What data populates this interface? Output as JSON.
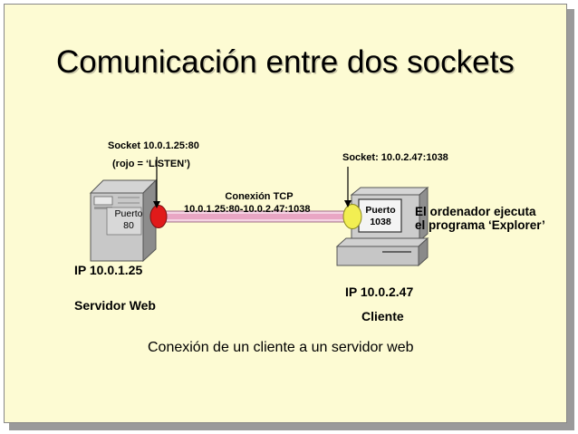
{
  "title": "Comunicación entre dos sockets",
  "server": {
    "socket_label": "Socket  10.0.1.25:80",
    "listen_note": "(rojo =  ‘LISTEN’)",
    "port_word": "Puerto",
    "port_number": "80",
    "ip": "IP 10.0.1.25",
    "role": "Servidor Web",
    "endpoint_color": "#e11a1a"
  },
  "connection": {
    "label": "Conexión TCP",
    "endpoints": "10.0.1.25:80-10.0.2.47:1038",
    "line_color": "#e9a6c4"
  },
  "client": {
    "socket_label": "Socket:  10.0.2.47:1038",
    "port_word": "Puerto",
    "port_number": "1038",
    "ip": "IP 10.0.2.47",
    "role": "Cliente",
    "program_note_line1": "El ordenador ejecuta",
    "program_note_line2": "el programa ‘Explorer’",
    "endpoint_color": "#f2ee52"
  },
  "caption": "Conexión de un cliente a un servidor web",
  "colors": {
    "background": "#fdfbd3",
    "text": "#000000"
  }
}
